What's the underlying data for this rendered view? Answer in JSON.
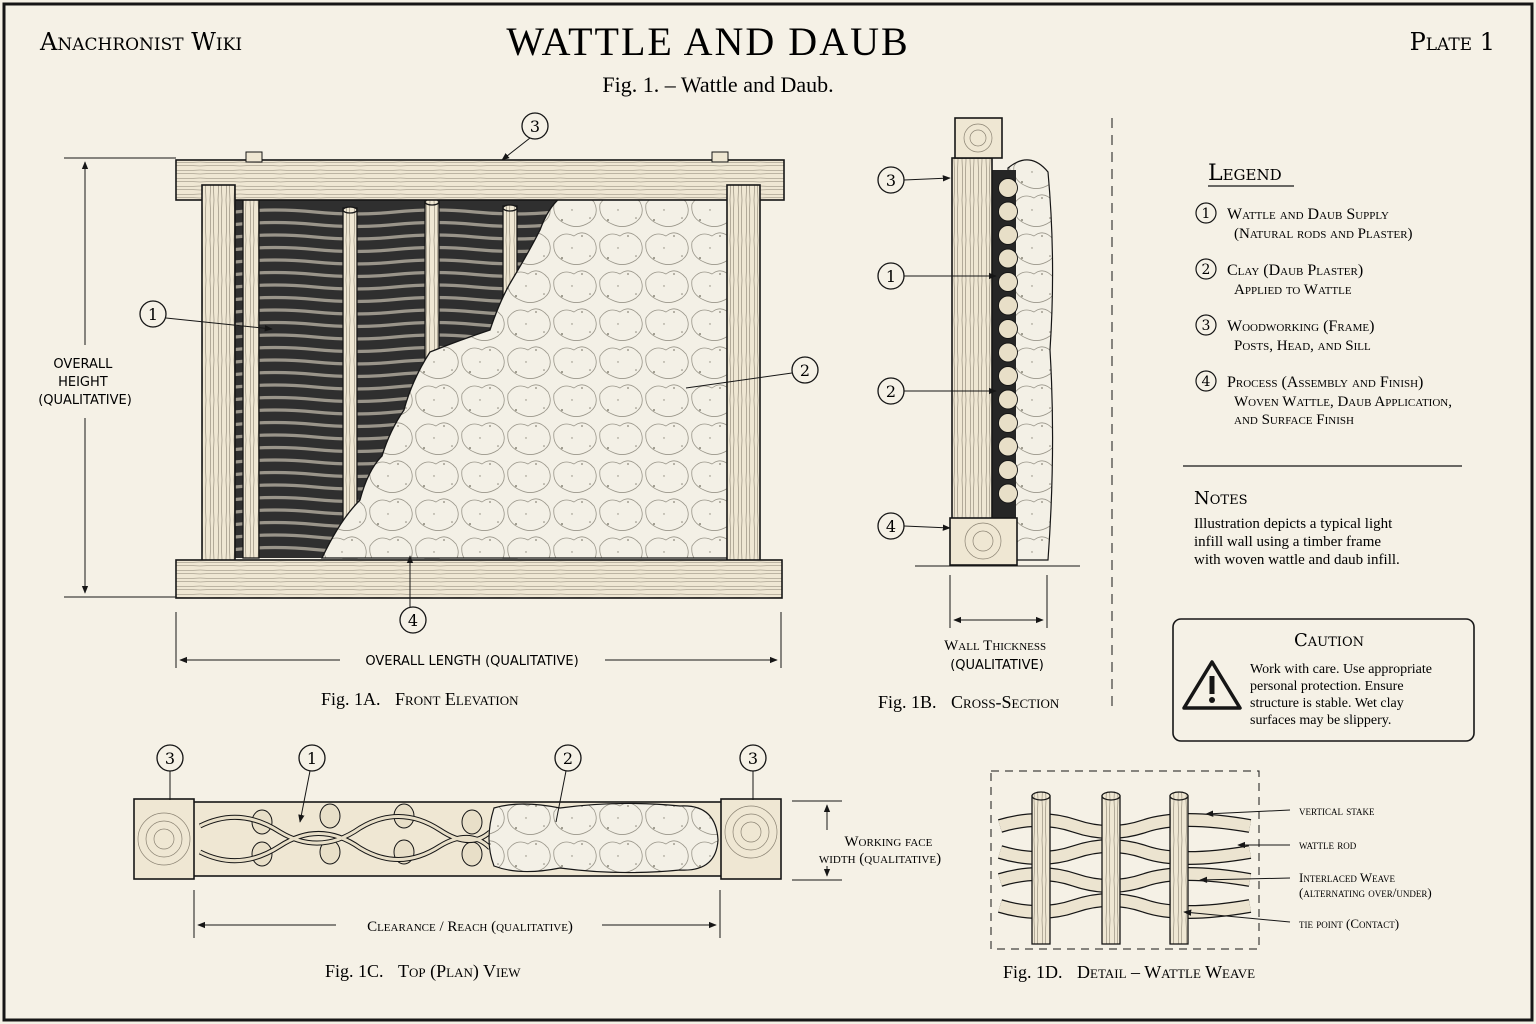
{
  "header": {
    "wiki": "Anachronist Wiki",
    "title": "WATTLE AND DAUB",
    "subtitle": "Fig. 1. – Wattle and Daub.",
    "plate": "Plate 1"
  },
  "callout_numbers": [
    "1",
    "2",
    "3",
    "4"
  ],
  "elevation": {
    "height_label": [
      "OVERALL",
      "HEIGHT",
      "(QUALITATIVE)"
    ],
    "length_label": "OVERALL LENGTH (QUALITATIVE)",
    "caption_num": "Fig. 1A.",
    "caption_title": "Front Elevation"
  },
  "section": {
    "thickness_label": [
      "Wall Thickness",
      "(QUALITATIVE)"
    ],
    "caption_num": "Fig. 1B.",
    "caption_title": "Cross-Section"
  },
  "plan": {
    "width_label": [
      "Working face",
      "width (qualitative)"
    ],
    "reach_label": "Clearance / Reach (qualitative)",
    "caption_num": "Fig. 1C.",
    "caption_title": "Top (Plan) View"
  },
  "detail": {
    "labels": [
      "vertical stake",
      "wattle rod",
      "Interlaced Weave",
      "(alternating over/under)",
      "tie point (Contact)"
    ],
    "caption_num": "Fig. 1D.",
    "caption_title": "Detail – Wattle Weave"
  },
  "legend": {
    "title": "Legend",
    "items": [
      {
        "num": "1",
        "title": "Wattle and Daub Supply",
        "sub": [
          "(Natural rods and Plaster)"
        ]
      },
      {
        "num": "2",
        "title": "Clay (Daub Plaster)",
        "sub": [
          "Applied to Wattle"
        ]
      },
      {
        "num": "3",
        "title": "Woodworking (Frame)",
        "sub": [
          "Posts, Head, and Sill"
        ]
      },
      {
        "num": "4",
        "title": "Process (Assembly and Finish)",
        "sub": [
          "Woven Wattle, Daub Application,",
          "and Surface Finish"
        ]
      }
    ]
  },
  "notes": {
    "title": "Notes",
    "lines": [
      "Illustration depicts a typical light",
      "infill wall using a timber frame",
      "with woven wattle and daub infill."
    ]
  },
  "caution": {
    "title": "Caution",
    "lines": [
      "Work with care. Use appropriate",
      "personal protection. Ensure",
      "structure is stable. Wet clay",
      "surfaces may be slippery."
    ],
    "icon": "warning-triangle-icon"
  },
  "colors": {
    "paper": "#f5f1e6",
    "ink": "#161616",
    "wood": "#ede4cf",
    "wattle": "#3a3a3a",
    "daub": "#f2efe4"
  }
}
